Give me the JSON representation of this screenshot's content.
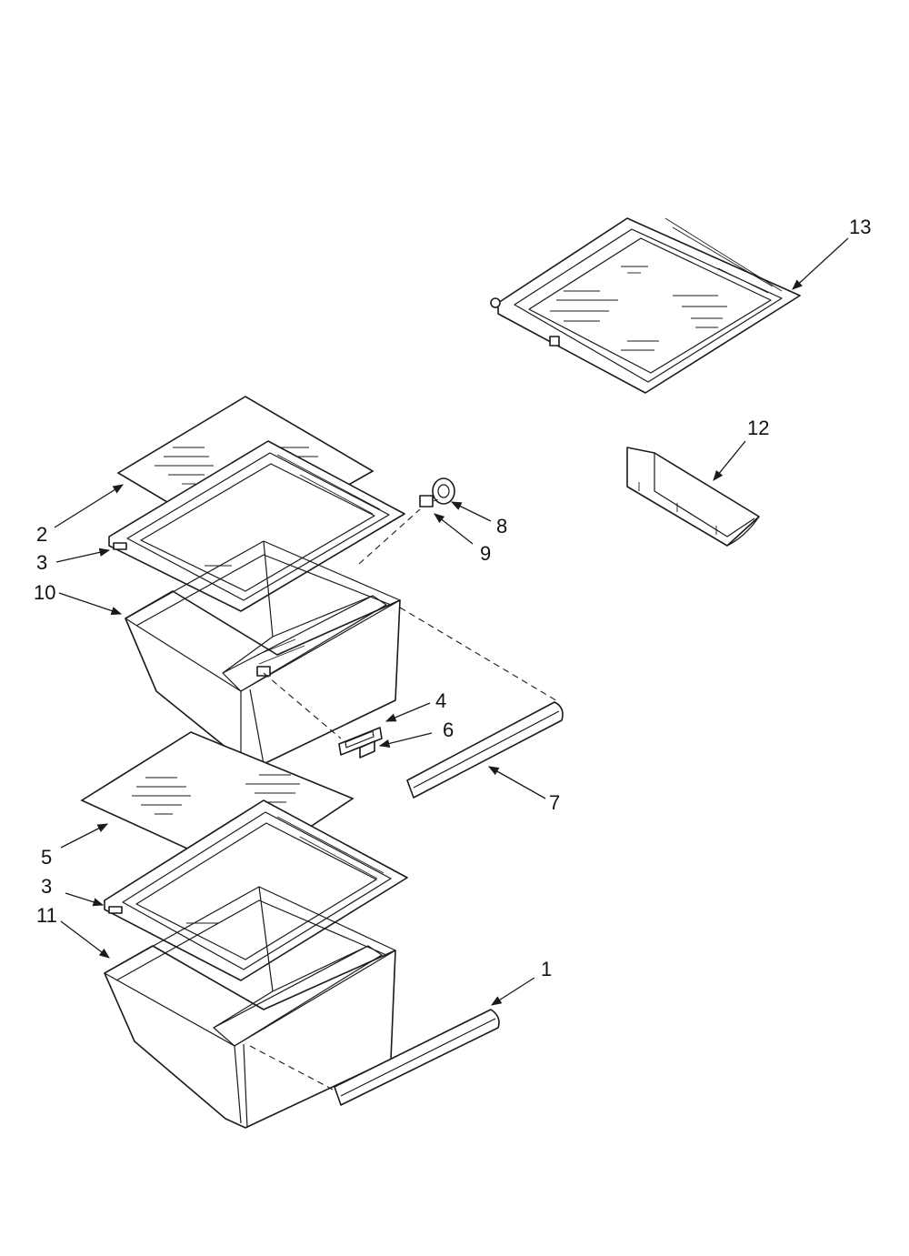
{
  "callouts": {
    "c1": "1",
    "c2": "2",
    "c3a": "3",
    "c3b": "3",
    "c4": "4",
    "c5": "5",
    "c6": "6",
    "c7": "7",
    "c8": "8",
    "c9": "9",
    "c10": "10",
    "c11": "11",
    "c12": "12",
    "c13": "13"
  },
  "colors": {
    "line": "#1a1a1a",
    "background": "#ffffff"
  }
}
